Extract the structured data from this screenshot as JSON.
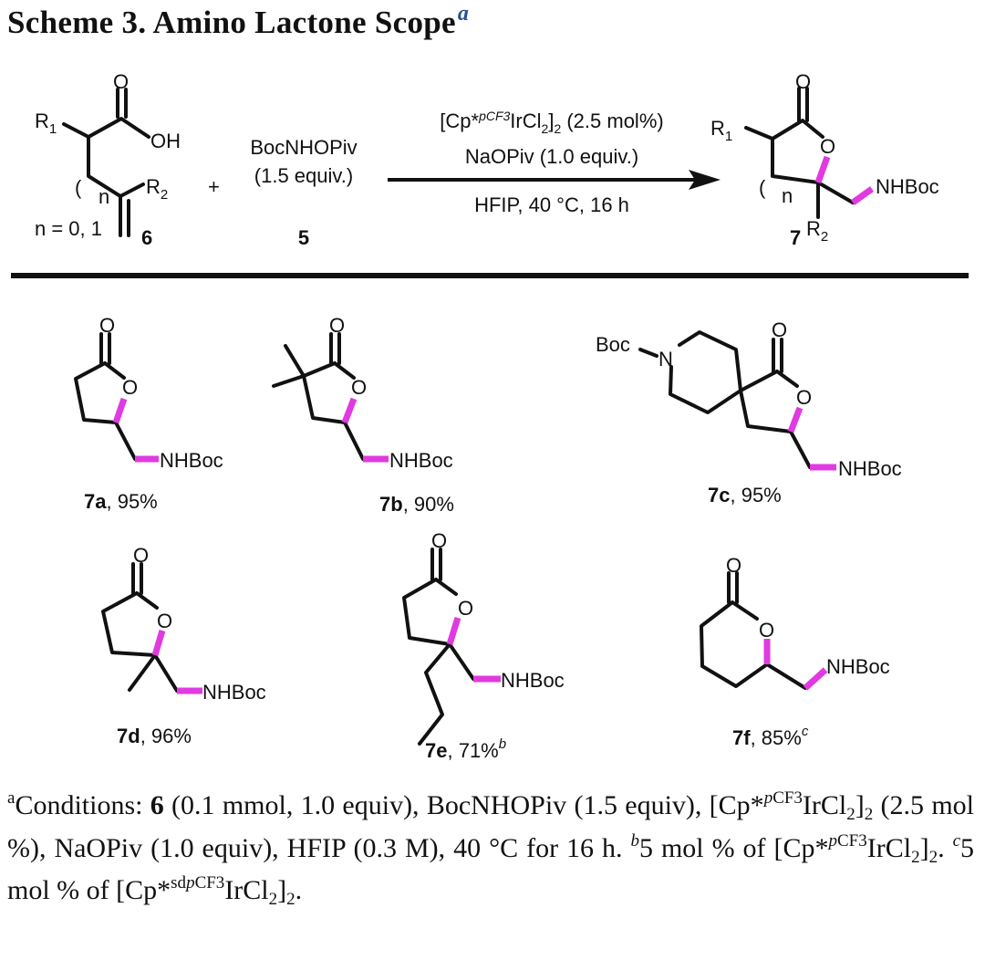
{
  "title": {
    "text": "Scheme 3. Amino Lactone Scope",
    "footnote_mark": "a",
    "mark_color": "#2a4f8f"
  },
  "colors": {
    "highlight_bond": "#e03ae0",
    "ink": "#111111"
  },
  "reaction": {
    "substrate": {
      "R1": "R",
      "R1_sub": "1",
      "R2": "R",
      "R2_sub": "2",
      "O": "O",
      "OH": "OH",
      "n": "n",
      "paren": "(",
      "n_values": "n = 0, 1",
      "id": "6"
    },
    "plus": "+",
    "reagent": {
      "name": "BocNHOPiv",
      "amount": "(1.5 equiv.)",
      "id": "5"
    },
    "conditions": {
      "catalyst_pre": "[Cp*",
      "catalyst_sup": "pCF3",
      "catalyst_mid": "IrCl",
      "catalyst_sub1": "2",
      "catalyst_close": "]",
      "catalyst_sub2": "2",
      "catalyst_amount": " (2.5 mol%)",
      "base": "NaOPiv (1.0 equiv.)",
      "solvent_temp_time": "HFIP, 40 °C, 16 h"
    },
    "product": {
      "R1": "R",
      "R1_sub": "1",
      "R2": "R",
      "R2_sub": "2",
      "O": "O",
      "ring_O": "O",
      "n": "n",
      "paren": "(",
      "amine": "NHBoc",
      "id": "7"
    }
  },
  "scope": [
    {
      "id": "7a",
      "yield": ", 95%",
      "note": "",
      "amine": "NHBoc",
      "O": "O"
    },
    {
      "id": "7b",
      "yield": ", 90%",
      "note": "",
      "amine": "NHBoc",
      "O": "O"
    },
    {
      "id": "7c",
      "yield": ", 95%",
      "note": "",
      "amine": "NHBoc",
      "O": "O",
      "N": "N",
      "boc": "Boc"
    },
    {
      "id": "7d",
      "yield": ", 96%",
      "note": "",
      "amine": "NHBoc",
      "O": "O"
    },
    {
      "id": "7e",
      "yield": ", 71%",
      "note": "b",
      "amine": "NHBoc",
      "O": "O"
    },
    {
      "id": "7f",
      "yield": ", 85%",
      "note": "c",
      "amine": "NHBoc",
      "O": "O"
    }
  ],
  "footnote": [
    [
      "sup",
      "a"
    ],
    [
      "t",
      "Conditions: "
    ],
    [
      "b",
      "6"
    ],
    [
      "t",
      " (0.1 mmol, 1.0 equiv), BocNHOPiv (1.5 equiv), [Cp*"
    ],
    [
      "supi",
      "p"
    ],
    [
      "sup",
      "CF3"
    ],
    [
      "t",
      "IrCl"
    ],
    [
      "sub",
      "2"
    ],
    [
      "t",
      "]"
    ],
    [
      "sub",
      "2"
    ],
    [
      "t",
      " (2.5 mol %), NaOPiv (1.0 equiv), HFIP (0.3 M), 40 °C for 16 h. "
    ],
    [
      "supi",
      "b"
    ],
    [
      "t",
      "5 mol % of [Cp*"
    ],
    [
      "supi",
      "p"
    ],
    [
      "sup",
      "CF3"
    ],
    [
      "t",
      "IrCl"
    ],
    [
      "sub",
      "2"
    ],
    [
      "t",
      "]"
    ],
    [
      "sub",
      "2"
    ],
    [
      "t",
      ". "
    ],
    [
      "supi",
      "c"
    ],
    [
      "t",
      "5 mol % of [Cp*"
    ],
    [
      "sup",
      "sd"
    ],
    [
      "supi",
      "p"
    ],
    [
      "sup",
      "CF3"
    ],
    [
      "t",
      "IrCl"
    ],
    [
      "sub",
      "2"
    ],
    [
      "t",
      "]"
    ],
    [
      "sub",
      "2"
    ],
    [
      "t",
      "."
    ]
  ]
}
